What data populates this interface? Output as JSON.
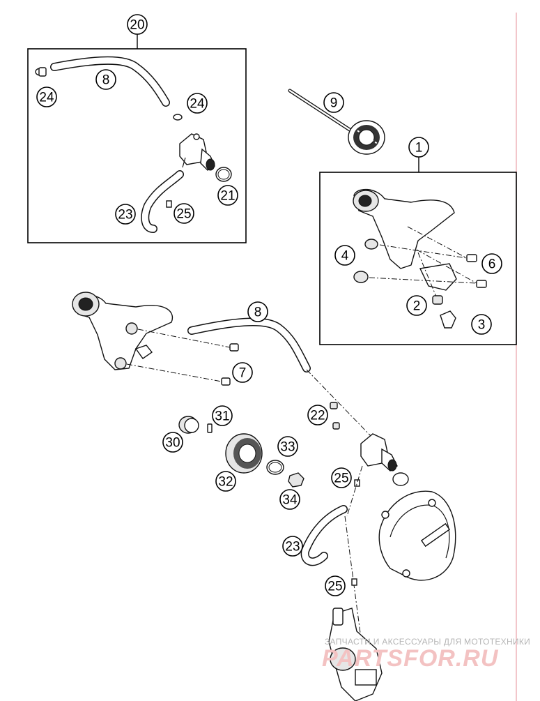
{
  "callouts": {
    "c20": "20",
    "c8a": "8",
    "c24a": "24",
    "c24b": "24",
    "c21": "21",
    "c23a": "23",
    "c25a": "25",
    "c9": "9",
    "c1": "1",
    "c4": "4",
    "c6": "6",
    "c2": "2",
    "c3": "3",
    "c8b": "8",
    "c7": "7",
    "c31": "31",
    "c30": "30",
    "c22": "22",
    "c33": "33",
    "c32": "32",
    "c34": "34",
    "c25b": "25",
    "c23b": "23",
    "c25c": "25"
  },
  "watermark": {
    "caption": "ЗАПЧАСТИ И АКСЕССУАРЫ ДЛЯ МОТОТЕХНИКИ",
    "brand": "PARTSFOR.RU"
  },
  "colors": {
    "margin_line": "#e8a0a8",
    "watermark_text": "#f3c2c2"
  }
}
